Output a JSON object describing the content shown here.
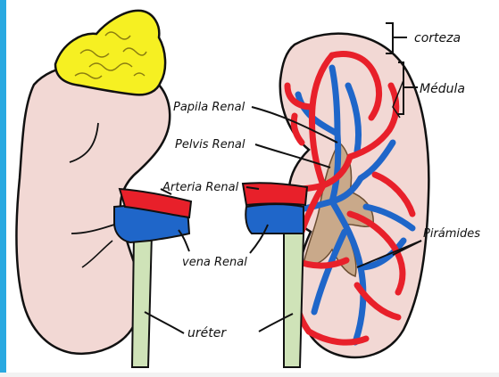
{
  "diagram": {
    "labels": {
      "corteza": "corteza",
      "medula": "Médula",
      "papila_renal": "Papila Renal",
      "pelvis_renal": "Pelvis Renal",
      "arteria_renal": "Arteria Renal",
      "vena_renal": "vena Renal",
      "piramides": "Pirámides",
      "ureter": "uréter"
    },
    "colors": {
      "kidney": "#f2d8d4",
      "adrenal": "#f6f022",
      "artery": "#e8202a",
      "vein": "#1f66c9",
      "ureter": "#cfe3b8",
      "pelvis": "#c9a98a",
      "outline": "#111111",
      "accent_bar": "#29a9e1"
    }
  }
}
